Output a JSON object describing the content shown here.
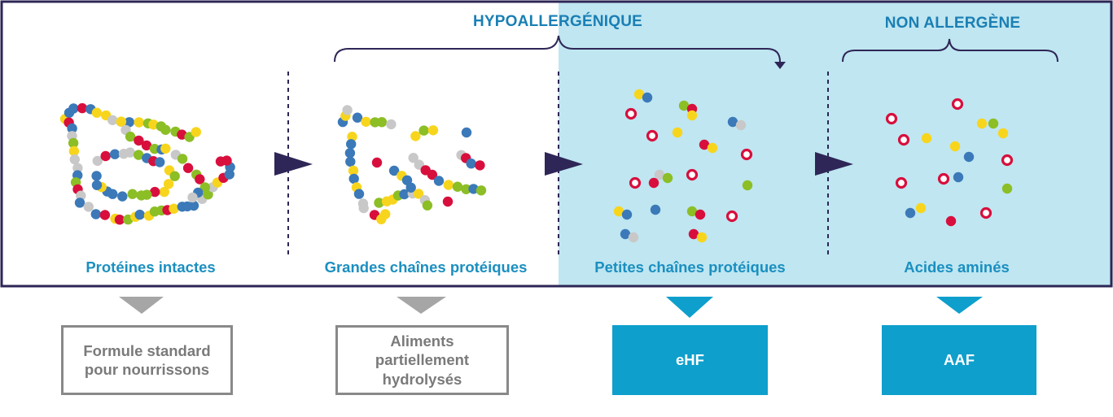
{
  "brackets": {
    "hypoallergenic": "HYPOALLERGÉNIQUE",
    "non_allergenic": "NON ALLERGÈNE"
  },
  "stages": [
    {
      "label": "Protéines intactes"
    },
    {
      "label": "Grandes chaînes protéiques"
    },
    {
      "label": "Petites chaînes protéiques"
    },
    {
      "label": "Acides aminés"
    }
  ],
  "boxes": {
    "standard_formula": {
      "line1": "Formule standard",
      "line2": "pour nourrissons"
    },
    "partially_hydrolyzed": {
      "line1": "Aliments",
      "line2": "partiellement",
      "line3": "hydrolysés"
    },
    "ehf": {
      "label": "eHF"
    },
    "aaf": {
      "label": "AAF"
    }
  },
  "colors": {
    "frame": "#2e2656",
    "panel": "#bfe6f1",
    "yellow": "#f8d51d",
    "green": "#8cbe25",
    "blue": "#3b79b8",
    "red": "#d80f3d",
    "gray": "#c8c8c8",
    "arrow_dark": "#2e2656",
    "arrow_gray": "#a6a6a6",
    "arrow_blue": "#0e9fcc"
  }
}
